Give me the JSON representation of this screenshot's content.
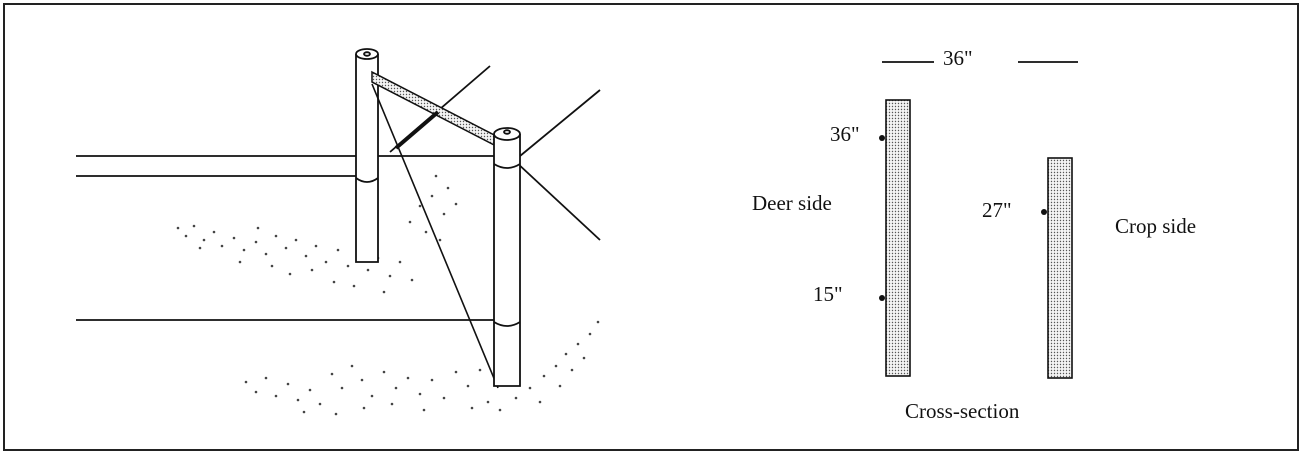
{
  "cross_section": {
    "top_dimension": "36\"",
    "deer_side_label": "Deer side",
    "crop_side_label": "Crop side",
    "caption": "Cross-section",
    "outer_wire_high": "36\"",
    "outer_wire_low": "15\"",
    "inner_wire": "27\""
  },
  "colors": {
    "line": "#111111",
    "post_fill": "#d9d9d9",
    "gravel": "#444444"
  }
}
